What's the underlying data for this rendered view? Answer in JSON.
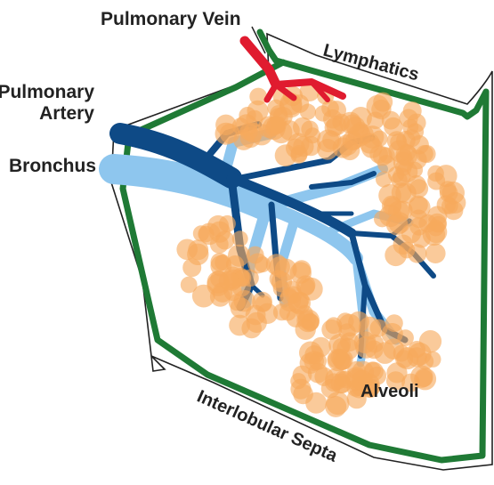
{
  "labels": {
    "pulmonary_vein": "Pulmonary Vein",
    "lymphatics": "Lymphatics",
    "pulmonary_artery_line1": "Pulmonary",
    "pulmonary_artery_line2": "Artery",
    "bronchus": "Bronchus",
    "alveoli": "Alveoli",
    "interlobular_septa": "Interlobular Septa"
  },
  "colors": {
    "septa": "#1f7a35",
    "vein": "#e01b2f",
    "artery": "#0e4a86",
    "bronchus": "#8ec6ee",
    "alveoli": "#f7a95c",
    "text": "#222222"
  }
}
